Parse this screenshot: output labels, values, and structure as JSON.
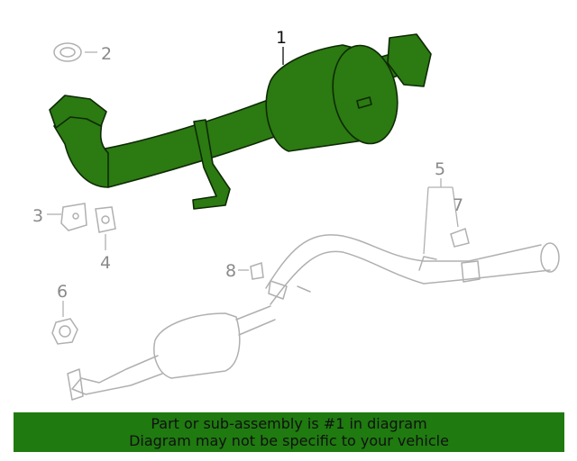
{
  "colors": {
    "highlight_fill": "#2c7a12",
    "highlight_stroke": "#0e2a05",
    "ghost_stroke": "#b0b0b0",
    "callout_text": "#8a8a8a",
    "banner_bg": "#1f7a10"
  },
  "callouts": {
    "c1": "1",
    "c2": "2",
    "c3": "3",
    "c4": "4",
    "c5": "5",
    "c6": "6",
    "c7": "7",
    "c8": "8"
  },
  "banner": {
    "line1": "Part or sub-assembly is #1 in diagram",
    "line2": "Diagram may not be specific to your vehicle"
  }
}
